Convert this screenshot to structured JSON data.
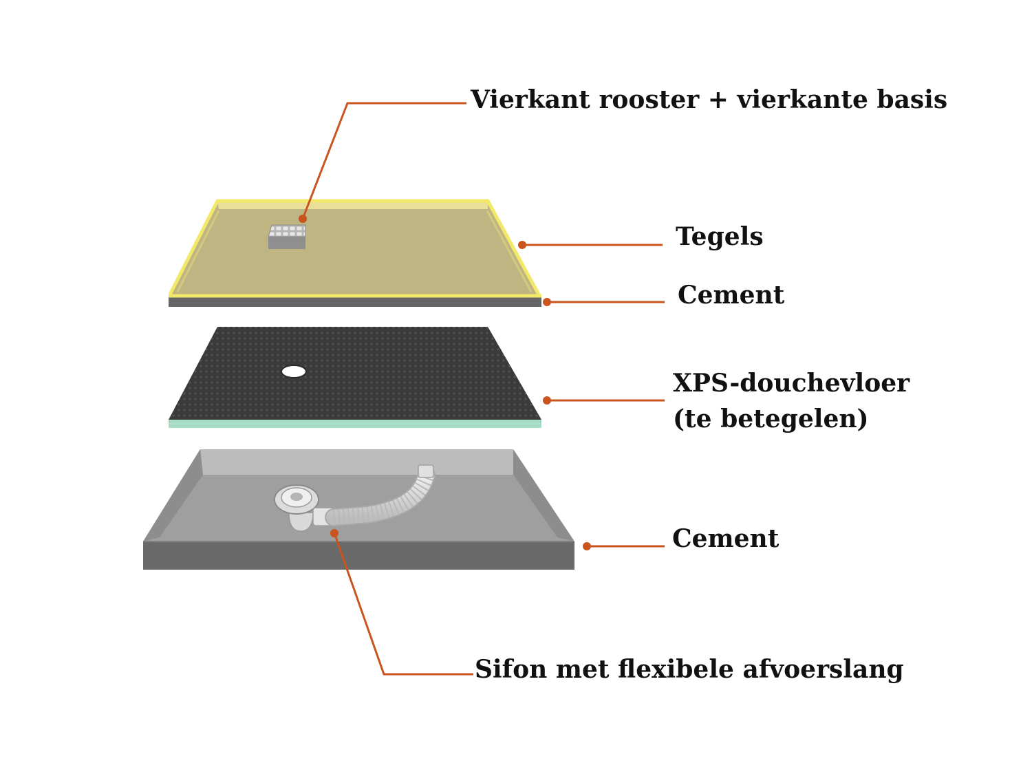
{
  "labels": {
    "grate": "Vierkant rooster + vierkante basis",
    "tiles": "Tegels",
    "cement_top": "Cement",
    "xps_line1": "XPS-douchevloer",
    "xps_line2": "(te betegelen)",
    "cement_bottom": "Cement",
    "sifon": "Sifon met flexibele afvoerslang"
  },
  "colors": {
    "leader": "#c9541e",
    "tile_surface": "#bfb582",
    "tile_edge": "#f2e86a",
    "cement_grey": "#666666",
    "xps_board": "#3c3c3c",
    "xps_foam": "#a8dcc4",
    "tray_floor": "#9f9f9f",
    "tray_wall": "#6a6a6a"
  }
}
